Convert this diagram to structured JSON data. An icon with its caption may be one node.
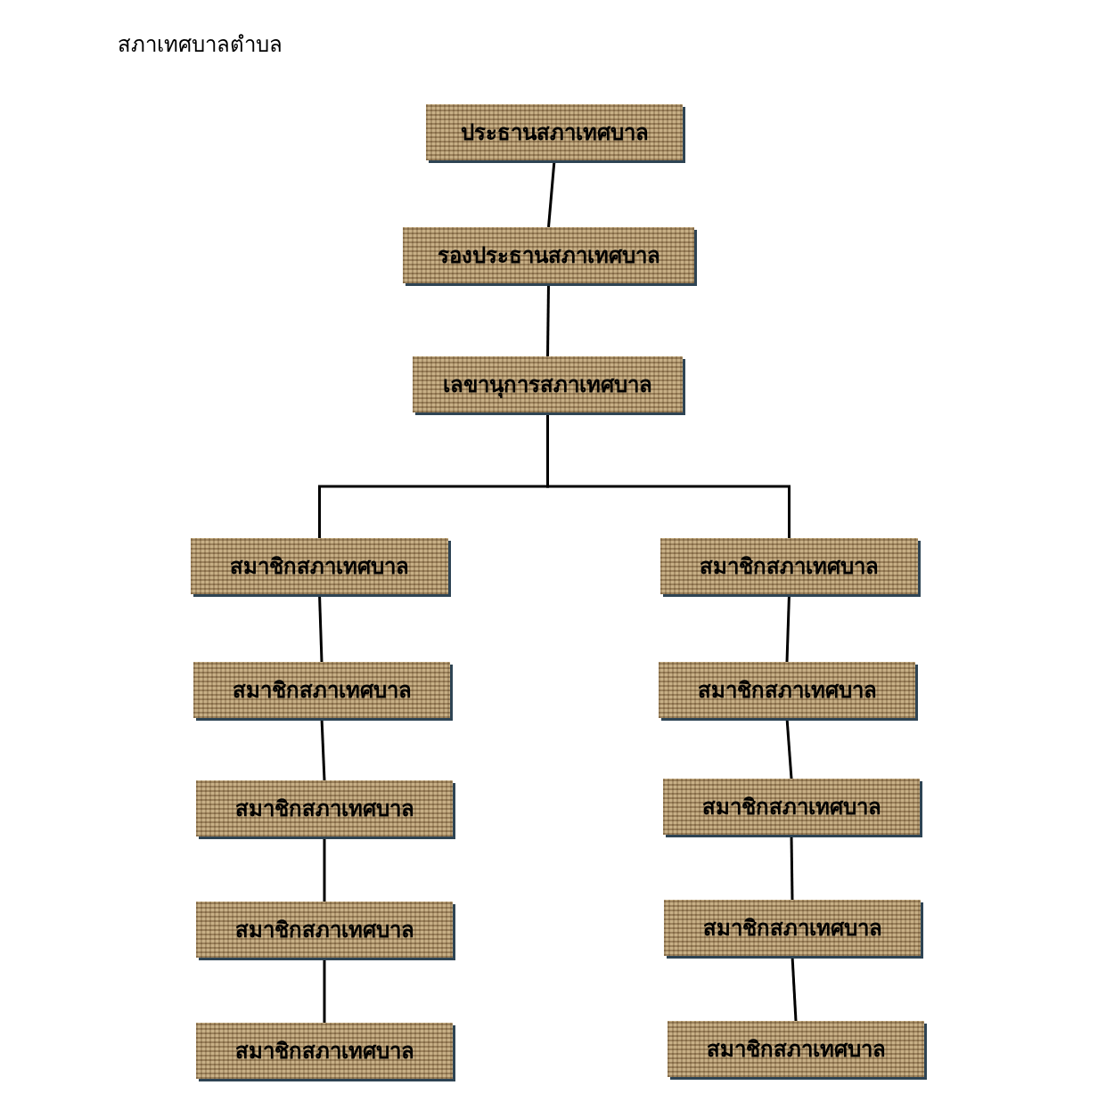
{
  "diagram": {
    "title": "สภาเทศบาลตำบล",
    "nodes": [
      {
        "text": [
          "ประธานสภาเทศบาล"
        ]
      },
      {
        "text": [
          "รองประธานสภาเทศบาล"
        ]
      },
      {
        "text": [
          "เลขานุการสภาเทศบาล"
        ]
      },
      {
        "text": [
          "สมาชิกสภาเทศบาล"
        ]
      },
      {
        "text": [
          "สมาชิกสภาเทศบาล"
        ]
      },
      {
        "text": [
          "สมาชิกสภาเทศบาล"
        ]
      },
      {
        "text": [
          "สมาชิกสภาเทศบาล"
        ]
      },
      {
        "text": [
          "สมาชิกสภาเทศบาล"
        ]
      },
      {
        "text": [
          "สมาชิกสภาเทศบาล"
        ]
      },
      {
        "text": [
          "สมาชิกสภาเทศบาล"
        ]
      },
      {
        "text": [
          "สมาชิกสภาเทศบาล"
        ]
      },
      {
        "text": [
          "สมาชิกสภาเทศบาล"
        ]
      },
      {
        "text": [
          "สมาชิกสภาเทศบาล"
        ]
      }
    ],
    "edges": [
      {
        "from": 0,
        "to": 1,
        "arrow": "none"
      },
      {
        "from": 1,
        "to": 2,
        "arrow": "none"
      },
      {
        "from": 2,
        "to": 3,
        "arrow": "none"
      },
      {
        "from": 2,
        "to": 4,
        "arrow": "none"
      },
      {
        "from": 3,
        "to": 5,
        "arrow": "none"
      },
      {
        "from": 5,
        "to": 7,
        "arrow": "none"
      },
      {
        "from": 7,
        "to": 9,
        "arrow": "none"
      },
      {
        "from": 9,
        "to": 11,
        "arrow": "none"
      },
      {
        "from": 4,
        "to": 6,
        "arrow": "none"
      },
      {
        "from": 6,
        "to": 8,
        "arrow": "none"
      },
      {
        "from": 8,
        "to": 10,
        "arrow": "none"
      },
      {
        "from": 10,
        "to": 12,
        "arrow": "none"
      }
    ]
  }
}
